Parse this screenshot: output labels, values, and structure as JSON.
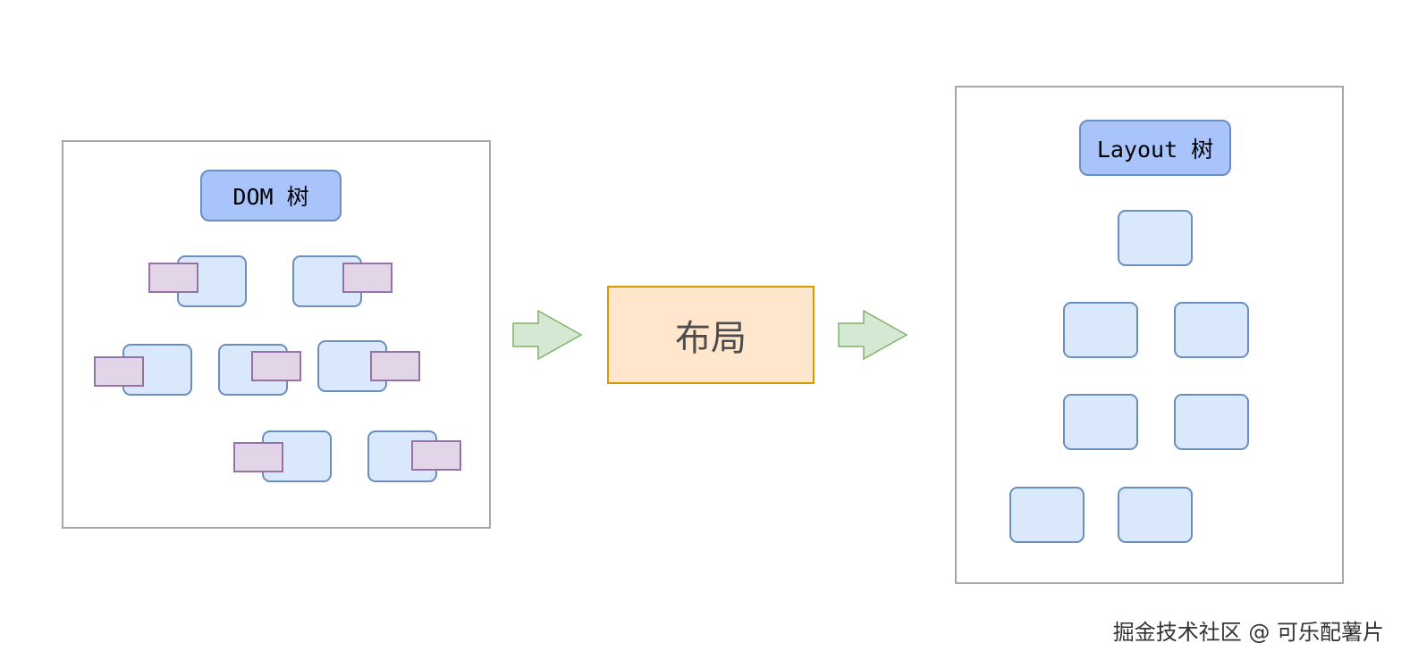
{
  "dom_tree": {
    "root_label": "DOM 树"
  },
  "process": {
    "label": "布局"
  },
  "layout_tree": {
    "root_label": "Layout 树"
  },
  "watermark": {
    "text": "掘金技术社区 @ 可乐配薯片"
  },
  "colors": {
    "node_fill": "#dae8fc",
    "node_stroke": "#6c8ebf",
    "root_fill": "#a9c4fa",
    "style_tag_fill": "#e1d5e7",
    "style_tag_stroke": "#9673a6",
    "process_fill": "#ffe6cc",
    "process_stroke": "#d79b00",
    "arrow_fill": "#d5e8d4",
    "arrow_stroke": "#82b366"
  }
}
